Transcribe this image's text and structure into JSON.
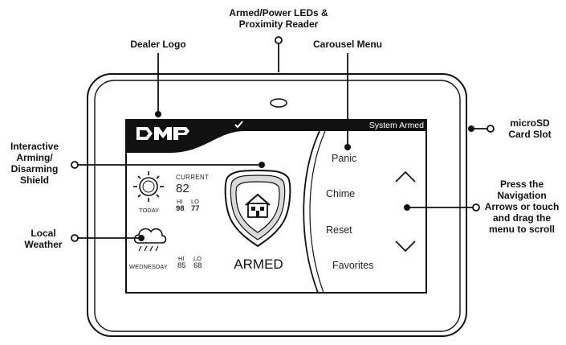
{
  "callouts": {
    "leds_line1": "Armed/Power LEDs &",
    "leds_line2": "Proximity Reader",
    "dealer_logo": "Dealer Logo",
    "carousel_menu": "Carousel Menu",
    "microsd_line1": "microSD",
    "microsd_line2": "Card Slot",
    "shield_line1": "Interactive",
    "shield_line2": "Arming/",
    "shield_line3": "Disarming",
    "shield_line4": "Shield",
    "weather_line1": "Local",
    "weather_line2": "Weather",
    "nav_line1": "Press the",
    "nav_line2": "Navigation",
    "nav_line3": "Arrows or touch",
    "nav_line4": "and drag the",
    "nav_line5": "menu to scroll"
  },
  "screen": {
    "logo_text": "DMP",
    "status_text": "System Armed",
    "status_check": "✔",
    "weather_today": {
      "current_label": "CURRENT",
      "current_temp": "82",
      "day_label": "TODAY",
      "hi_label": "HI",
      "lo_label": "LO",
      "hi": "98",
      "lo": "77",
      "icon": "sun-icon"
    },
    "weather_next": {
      "day_label": "WEDNESDAY",
      "hi_label": "HI",
      "lo_label": "LO",
      "hi": "85",
      "lo": "68",
      "icon": "rain-cloud-icon"
    },
    "shield_state": "ARMED",
    "menu_items": [
      "Panic",
      "Chime",
      "Reset",
      "Favorites"
    ],
    "nav_icons": [
      "chevron-up-icon",
      "chevron-down-icon"
    ]
  }
}
